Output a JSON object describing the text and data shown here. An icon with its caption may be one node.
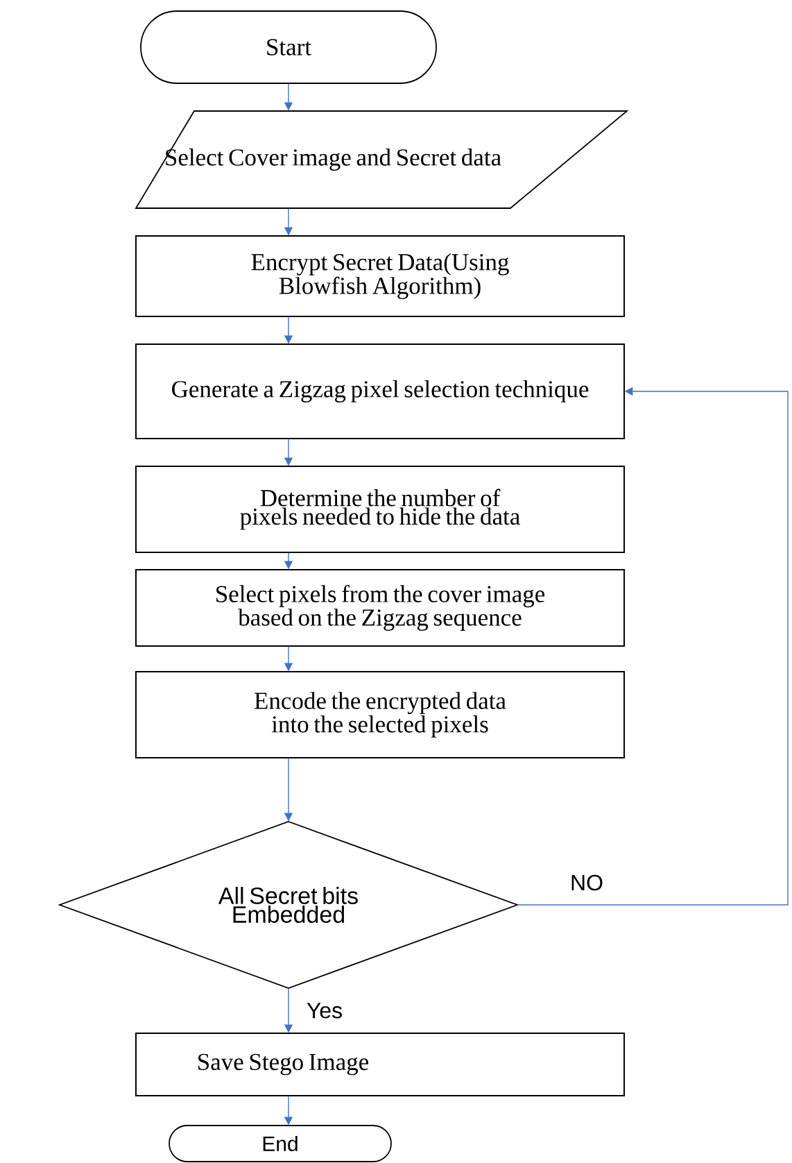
{
  "diagram": {
    "nodes": [
      {
        "text": [
          "Start"
        ]
      },
      {
        "text": [
          "Select Cover image and Secret data"
        ]
      },
      {
        "text": [
          "Encrypt Secret Data(Using Blowfish Algorithm)"
        ]
      },
      {
        "text": [
          "Generate a Zigzag pixel selection technique"
        ]
      },
      {
        "text": [
          "Determine the number of pixels needed to hide the data"
        ]
      },
      {
        "text": [
          "Select pixels from the cover image based on the Zigzag sequence"
        ]
      },
      {
        "text": [
          "Encode the encrypted data into the selected pixels"
        ]
      },
      {
        "text": [
          "All Secret bits Embedded"
        ]
      },
      {
        "text": [
          "Save Stego Image"
        ]
      },
      {
        "text": [
          "End"
        ]
      }
    ],
    "edges": [
      {
        "from": 0,
        "to": 1,
        "arrow": "to"
      },
      {
        "from": 1,
        "to": 2,
        "arrow": "to"
      },
      {
        "from": 2,
        "to": 3,
        "arrow": "to"
      },
      {
        "from": 3,
        "to": 4,
        "arrow": "to"
      },
      {
        "from": 4,
        "to": 5,
        "arrow": "to"
      },
      {
        "from": 5,
        "to": 6,
        "arrow": "to"
      },
      {
        "from": 6,
        "to": 7,
        "arrow": "to"
      },
      {
        "from": 7,
        "to": 8,
        "arrow": "to",
        "label": "Yes"
      },
      {
        "from": 8,
        "to": 9,
        "arrow": "to"
      },
      {
        "from": 7,
        "to": 3,
        "arrow": "to",
        "label": "NO"
      }
    ]
  }
}
